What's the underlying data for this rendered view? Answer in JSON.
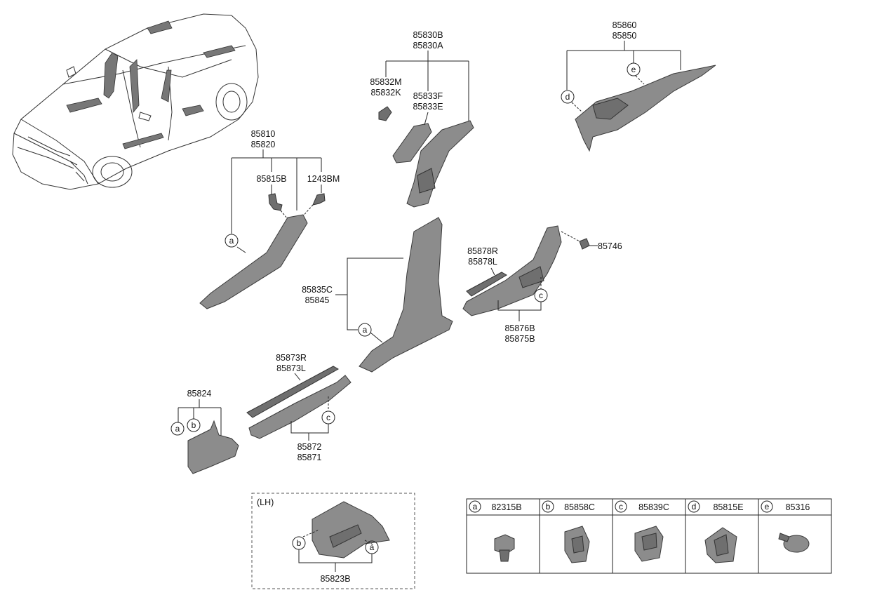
{
  "labels": {
    "p85810": "85810",
    "p85820": "85820",
    "p85815B": "85815B",
    "p1243BM": "1243BM",
    "p85830B": "85830B",
    "p85830A": "85830A",
    "p85832M": "85832M",
    "p85832K": "85832K",
    "p85833F": "85833F",
    "p85833E": "85833E",
    "p85860": "85860",
    "p85850": "85850",
    "p85835C": "85835C",
    "p85845": "85845",
    "p85878R": "85878R",
    "p85878L": "85878L",
    "p85746": "85746",
    "p85876B": "85876B",
    "p85875B": "85875B",
    "p85873R": "85873R",
    "p85873L": "85873L",
    "p85872": "85872",
    "p85871": "85871",
    "p85824": "85824",
    "p85823B": "85823B",
    "lh": "(LH)"
  },
  "callouts": {
    "a": "a",
    "b": "b",
    "c": "c",
    "d": "d",
    "e": "e"
  },
  "legend": [
    {
      "letter": "a",
      "part": "82315B"
    },
    {
      "letter": "b",
      "part": "85858C"
    },
    {
      "letter": "c",
      "part": "85839C"
    },
    {
      "letter": "d",
      "part": "85815E"
    },
    {
      "letter": "e",
      "part": "85316"
    }
  ]
}
